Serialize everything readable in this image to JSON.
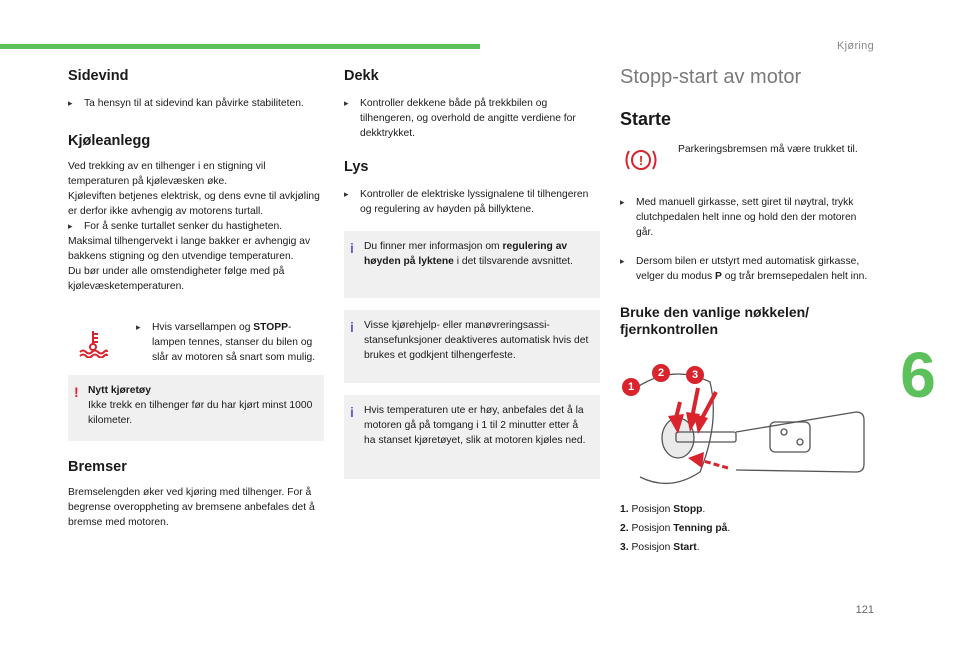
{
  "header": {
    "chapter": "Kjøring",
    "chapter_number": "6",
    "page_number": "121"
  },
  "col1": {
    "sidevind_title": "Sidevind",
    "sidevind_bullet": "Ta hensyn til at sidevind kan påvirke stabiliteten.",
    "kjol_title": "Kjøleanlegg",
    "kjol_p1": "Ved trekking av en tilhenger i en stigning vil temperaturen på kjølevæsken øke.",
    "kjol_p2": "Kjøleviften betjenes elektrisk, og dens evne til avkjøling er derfor ikke avhengig av motorens turtall.",
    "kjol_bullet": "For å senke turtallet senker du hastigheten.",
    "kjol_p3": "Maksimal tilhengervekt i lange bakker er avhengig av bakkens stigning og den utvendige temperaturen.",
    "kjol_p4": "Du bør under alle omstendigheter følge med på kjølevæsketemperaturen.",
    "lamp_text_a": "Hvis varsellampen og ",
    "lamp_text_b": "STOPP",
    "lamp_text_c": "-lampen tennes, stanser du bilen og slår av motoren så snart som mulig.",
    "warn_title": "Nytt kjøretøy",
    "warn_text": "Ikke trekk en tilhenger før du har kjørt minst 1000 kilometer.",
    "brems_title": "Bremser",
    "brems_text": "Bremselengden øker ved kjøring med tilhenger. For å begrense overoppheting av bremsene anbefales det å bremse med motoren."
  },
  "col2": {
    "dekk_title": "Dekk",
    "dekk_bullet": "Kontroller dekkene både på trekkbilen og tilhengeren, og overhold de angitte verdiene for dekktrykket.",
    "lys_title": "Lys",
    "lys_bullet": "Kontroller de elektriske lyssignalene til tilhengeren og regulering av høyden på billyktene.",
    "info1_a": "Du finner mer informasjon om ",
    "info1_b": "regulering av høyden på lyktene",
    "info1_c": " i det tilsvarende avsnittet.",
    "info2": "Visse kjørehjelp- eller manøvreringsassi-stansefunksjoner deaktiveres automatisk hvis det brukes et godkjent tilhengerfeste.",
    "info3": "Hvis temperaturen ute er høy, anbefales det å la motoren gå på tomgang i 1 til 2 minutter etter å ha stanset kjøretøyet, slik at motoren kjøles ned."
  },
  "col3": {
    "title": "Stopp-start av motor",
    "starte": "Starte",
    "park_text": "Parkeringsbremsen må være trukket til.",
    "bullet1": "Med manuell girkasse, sett giret til nøytral, trykk clutchpedalen helt inne og hold den der motoren går.",
    "bullet2_a": "Dersom bilen er utstyrt med automatisk girkasse, velger du modus ",
    "bullet2_b": "P",
    "bullet2_c": " og trår bremsepedalen helt inn.",
    "key_title": "Bruke den vanlige nøkkelen/ fjernkontrollen",
    "callouts": [
      "1",
      "2",
      "3"
    ],
    "positions": [
      {
        "num": "1.",
        "label": "Posisjon ",
        "bold": "Stopp",
        "end": "."
      },
      {
        "num": "2.",
        "label": "Posisjon ",
        "bold": "Tenning på",
        "end": "."
      },
      {
        "num": "3.",
        "label": "Posisjon ",
        "bold": "Start",
        "end": "."
      }
    ]
  },
  "colors": {
    "accent": "#5cc15a",
    "warning_red": "#d9232d",
    "info_purple": "#6b5bd3"
  },
  "icons": {
    "bullet": "triangle-bullet",
    "temp_lamp": "coolant-temperature-icon",
    "park": "parking-brake-icon"
  }
}
